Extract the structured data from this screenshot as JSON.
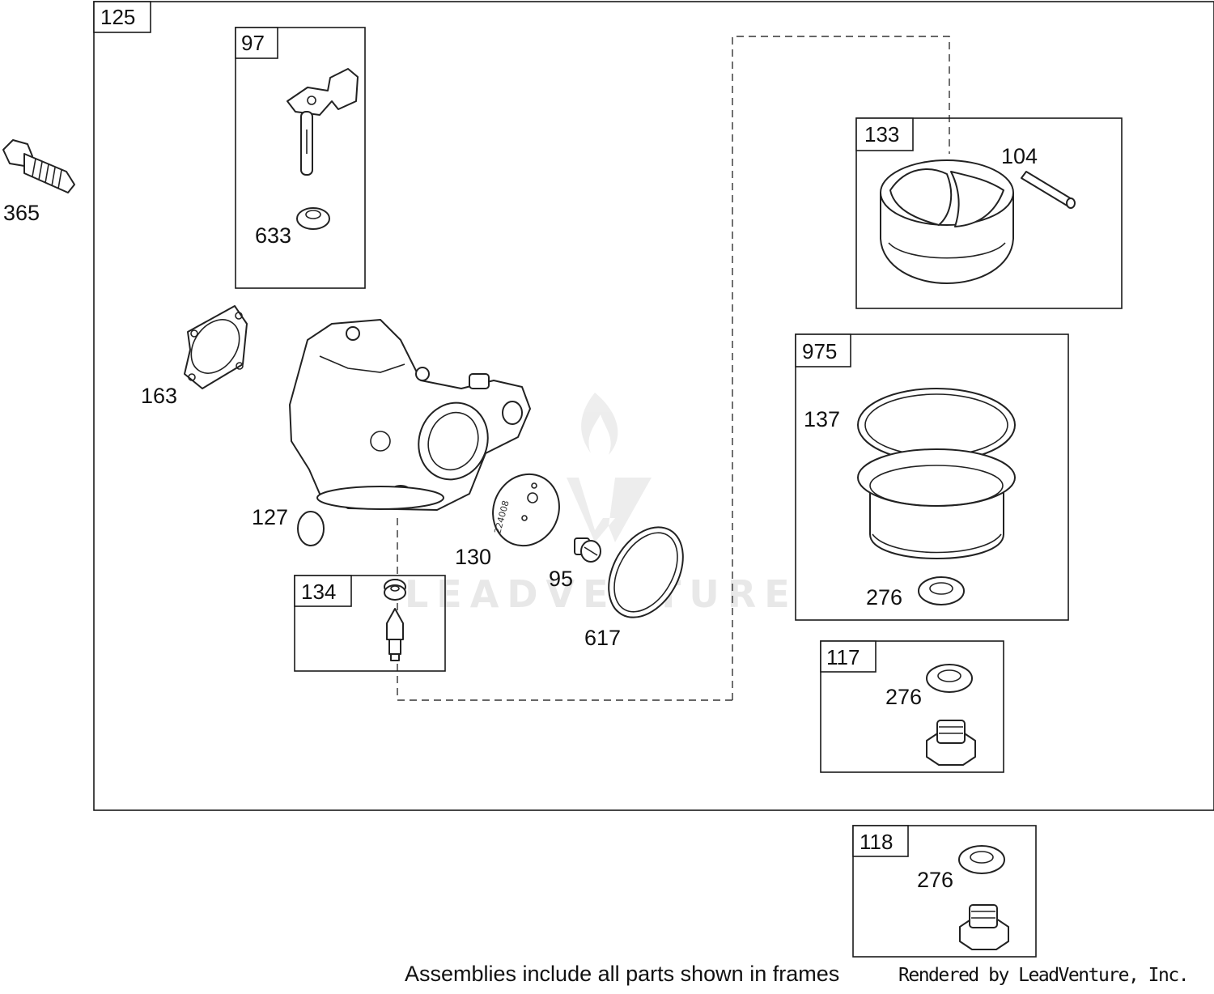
{
  "frames": {
    "main": "125",
    "choke": "97",
    "float": "133",
    "bowl": "975",
    "needle": "134",
    "drain_a": "117",
    "drain_b": "118"
  },
  "callouts": {
    "bolt": "365",
    "washer_633": "633",
    "gasket": "163",
    "plug": "127",
    "plate": "130",
    "screw": "95",
    "oring": "617",
    "pin": "104",
    "bowl_gasket": "137",
    "washer_bowl": "276",
    "washer_117": "276",
    "washer_118": "276"
  },
  "plate_marking": "224008",
  "watermark": "LEADVENTURE",
  "footer": {
    "note": "Assemblies include all parts shown in frames",
    "credit": "Rendered by LeadVenture, Inc."
  }
}
